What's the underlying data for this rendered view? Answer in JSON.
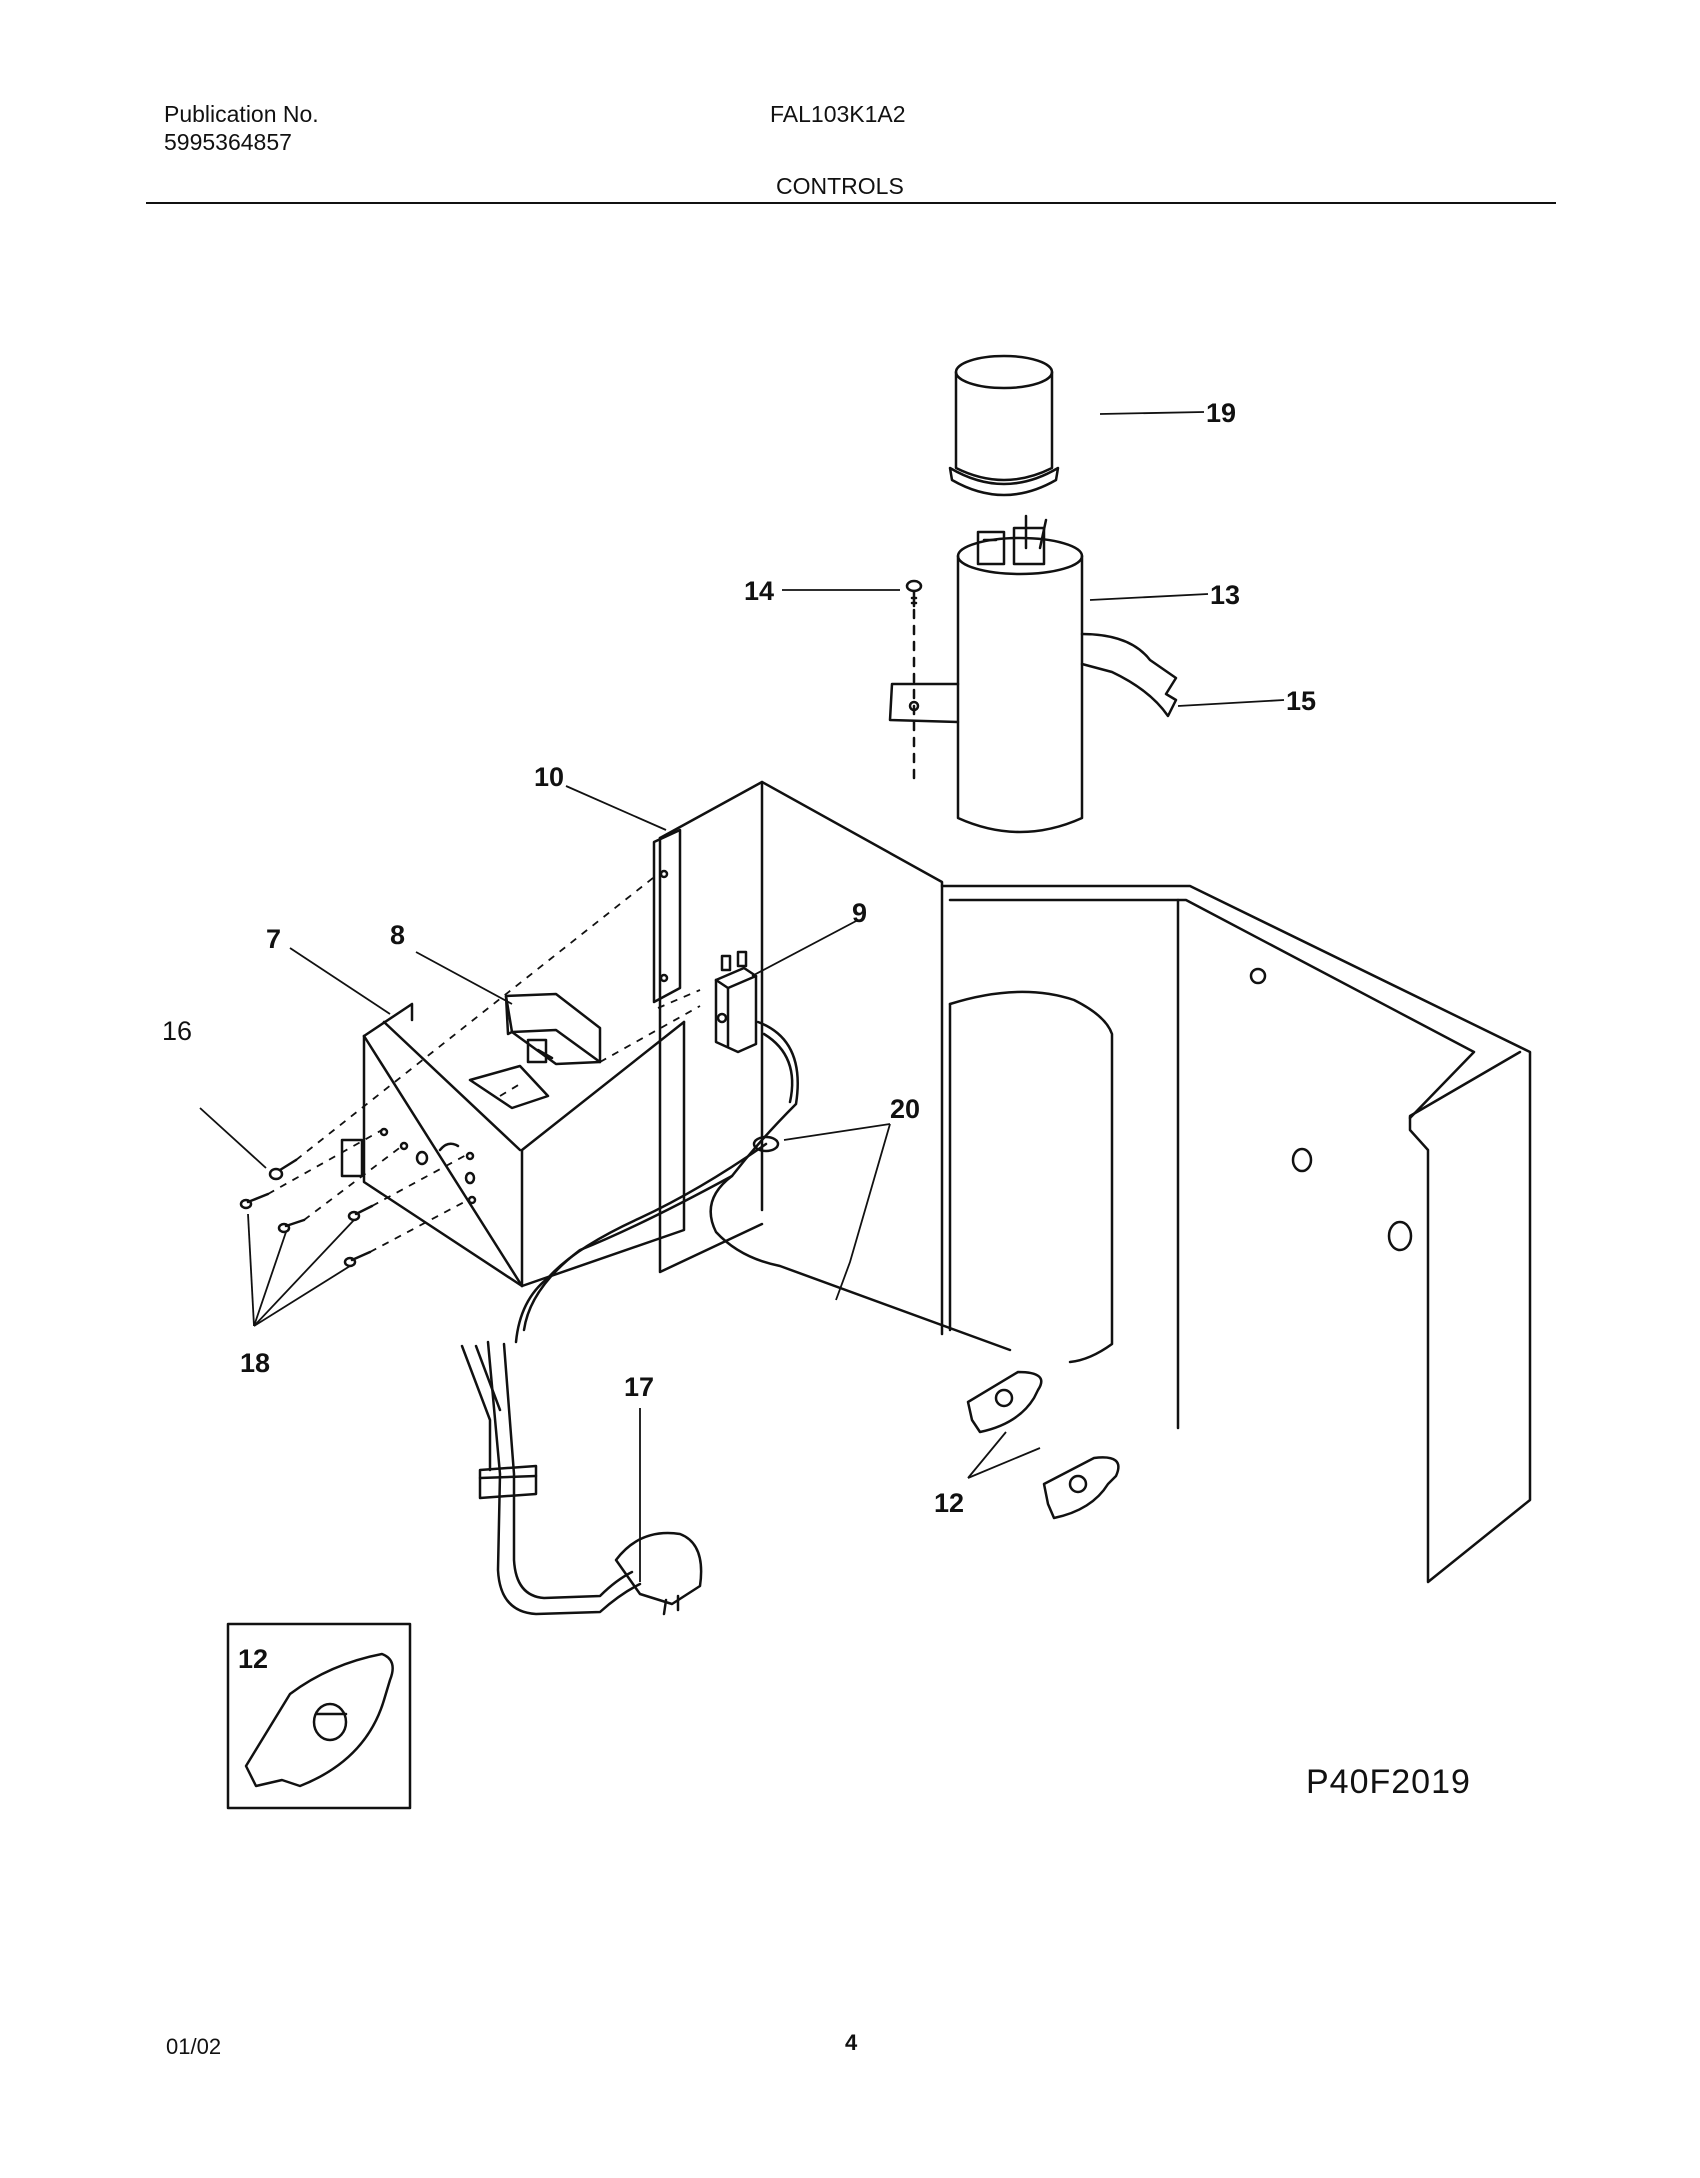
{
  "header": {
    "publication_label": "Publication No.",
    "publication_number": "5995364857",
    "model": "FAL103K1A2",
    "section_title": "CONTROLS"
  },
  "callouts": {
    "c7": "7",
    "c8": "8",
    "c9": "9",
    "c10": "10",
    "c12": "12",
    "c12b": "12",
    "c13": "13",
    "c14": "14",
    "c15": "15",
    "c16": "16",
    "c17": "17",
    "c18": "18",
    "c19": "19",
    "c20": "20"
  },
  "figure_code": "P40F2019",
  "footer": {
    "date": "01/02",
    "page": "4"
  }
}
